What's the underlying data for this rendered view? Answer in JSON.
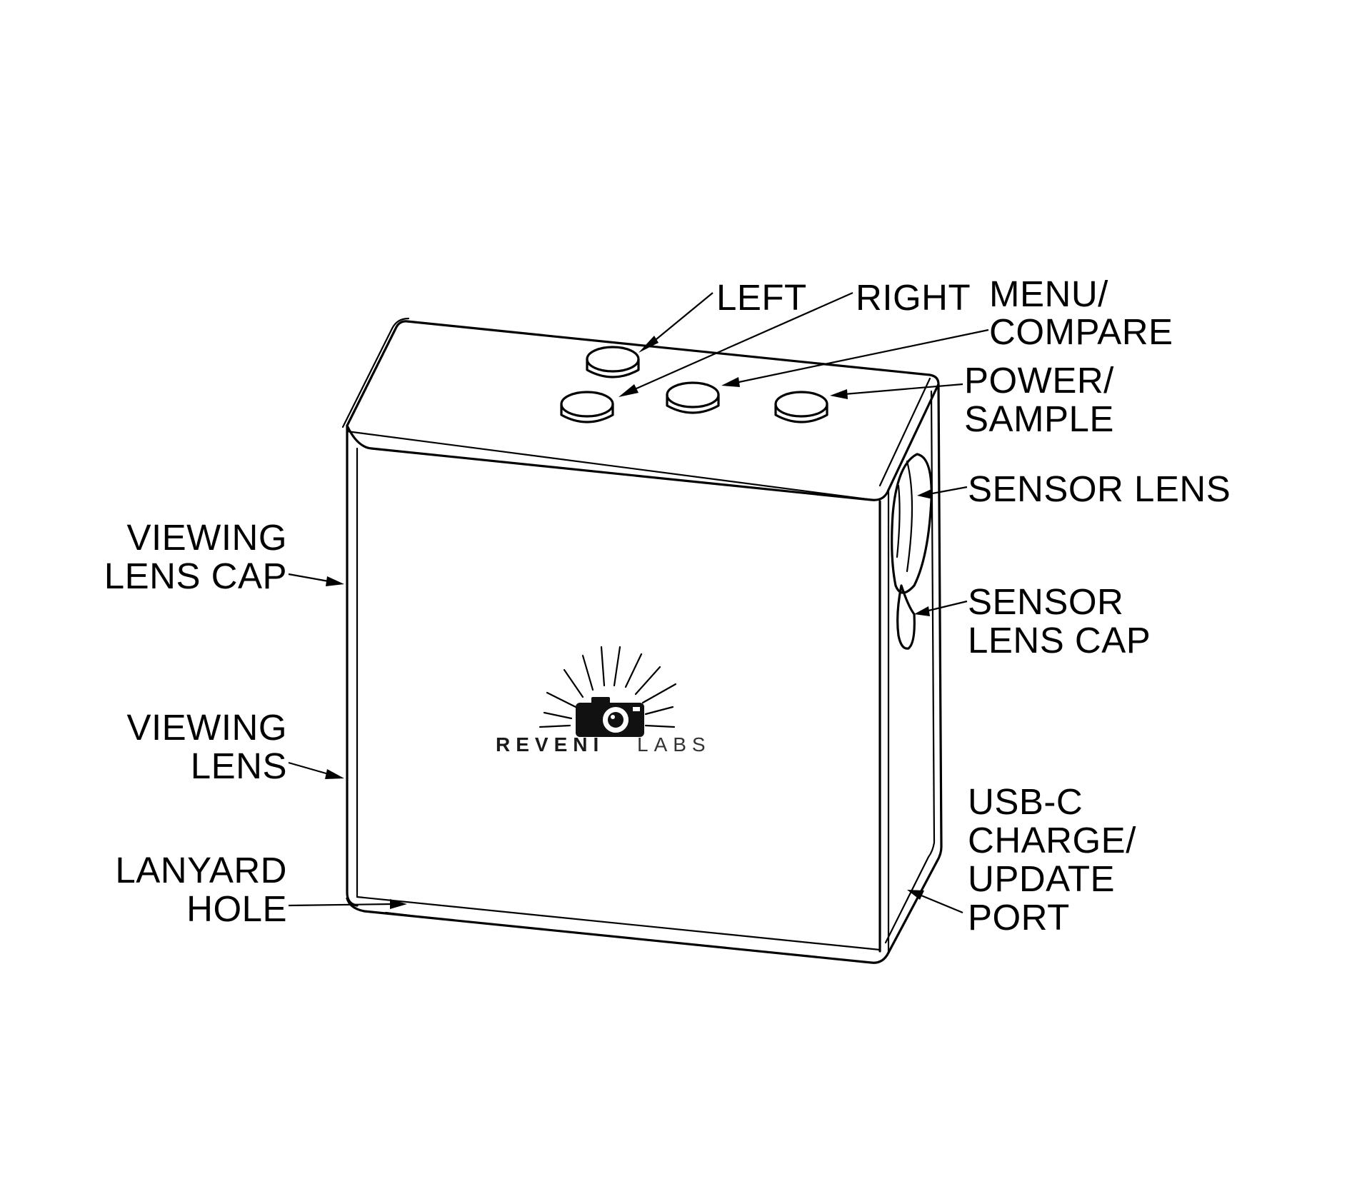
{
  "brand": {
    "name": "REVENI",
    "suffix": "LABS"
  },
  "labels": {
    "left": [
      "LEFT"
    ],
    "right": [
      "RIGHT"
    ],
    "menu_compare": [
      "MENU/",
      "COMPARE"
    ],
    "power_sample": [
      "POWER/",
      "SAMPLE"
    ],
    "sensor_lens": [
      "SENSOR LENS"
    ],
    "sensor_lens_cap": [
      "SENSOR",
      "LENS CAP"
    ],
    "viewing_lens_cap": [
      "VIEWING",
      "LENS CAP"
    ],
    "viewing_lens": [
      "VIEWING",
      "LENS"
    ],
    "lanyard_hole": [
      "LANYARD",
      "HOLE"
    ],
    "usb_c_port": [
      "USB-C",
      "CHARGE/",
      "UPDATE",
      "PORT"
    ]
  }
}
